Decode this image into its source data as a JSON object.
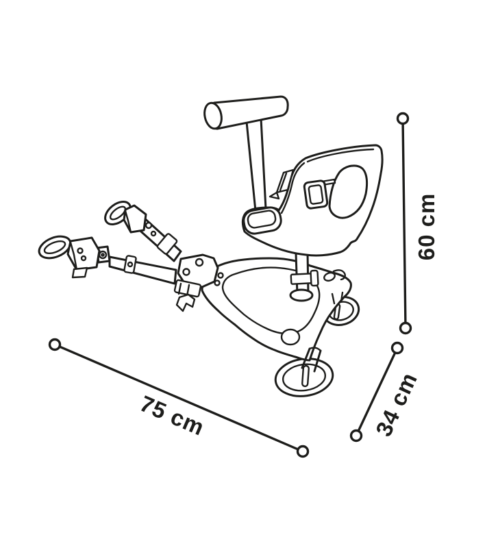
{
  "diagram": {
    "illustration_alt": "Line drawing of a ride-on buggy board with child seat, T-shaped handle, triangular platform with two caster wheels and two stroller connector arms with clamps",
    "dimensions": {
      "length": "75 cm",
      "depth": "34 cm",
      "height": "60 cm"
    },
    "colors": {
      "ink": "#1d1d1b",
      "background": "#ffffff"
    }
  }
}
